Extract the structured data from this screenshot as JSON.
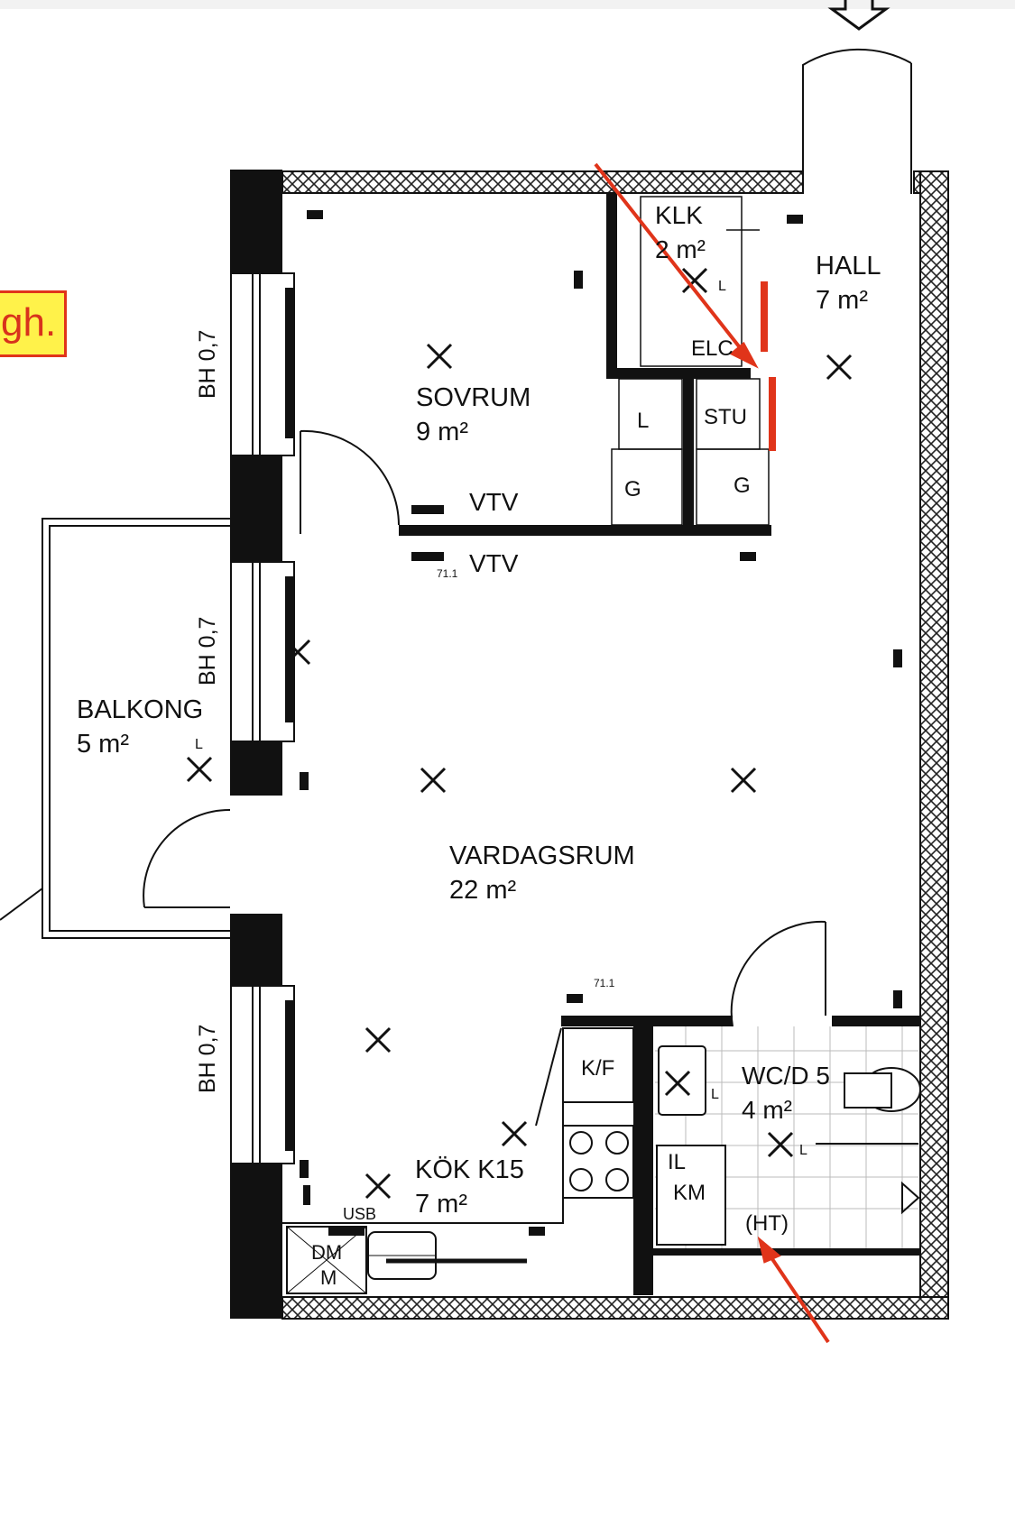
{
  "rooms": [
    {
      "name": "KLK",
      "area": "2 m²"
    },
    {
      "name": "HALL",
      "area": "7 m²"
    },
    {
      "name": "SOVRUM",
      "area": "9 m²"
    },
    {
      "name": "BALKONG",
      "area": "5 m²"
    },
    {
      "name": "VARDAGSRUM",
      "area": "22 m²"
    },
    {
      "name": "KÖK K15",
      "area": "7 m²"
    },
    {
      "name": "WC/D 5",
      "area": "4 m²"
    }
  ],
  "window_labels": [
    "BH 0,7",
    "BH 0,7",
    "BH 0,7"
  ],
  "fixtures": {
    "elc": "ELC",
    "stu": "STU",
    "l": "L",
    "g": "G",
    "vtv": "VTV",
    "kf": "K/F",
    "il": "IL",
    "km": "KM",
    "ht": "(HT)",
    "dm": "DM",
    "m": "M",
    "usb": "USB",
    "outlet": "71.1"
  },
  "overlay_tag": "gh.",
  "colors": {
    "wall": "#111111",
    "accent": "#e0341a",
    "tag_bg": "#fff24a"
  }
}
